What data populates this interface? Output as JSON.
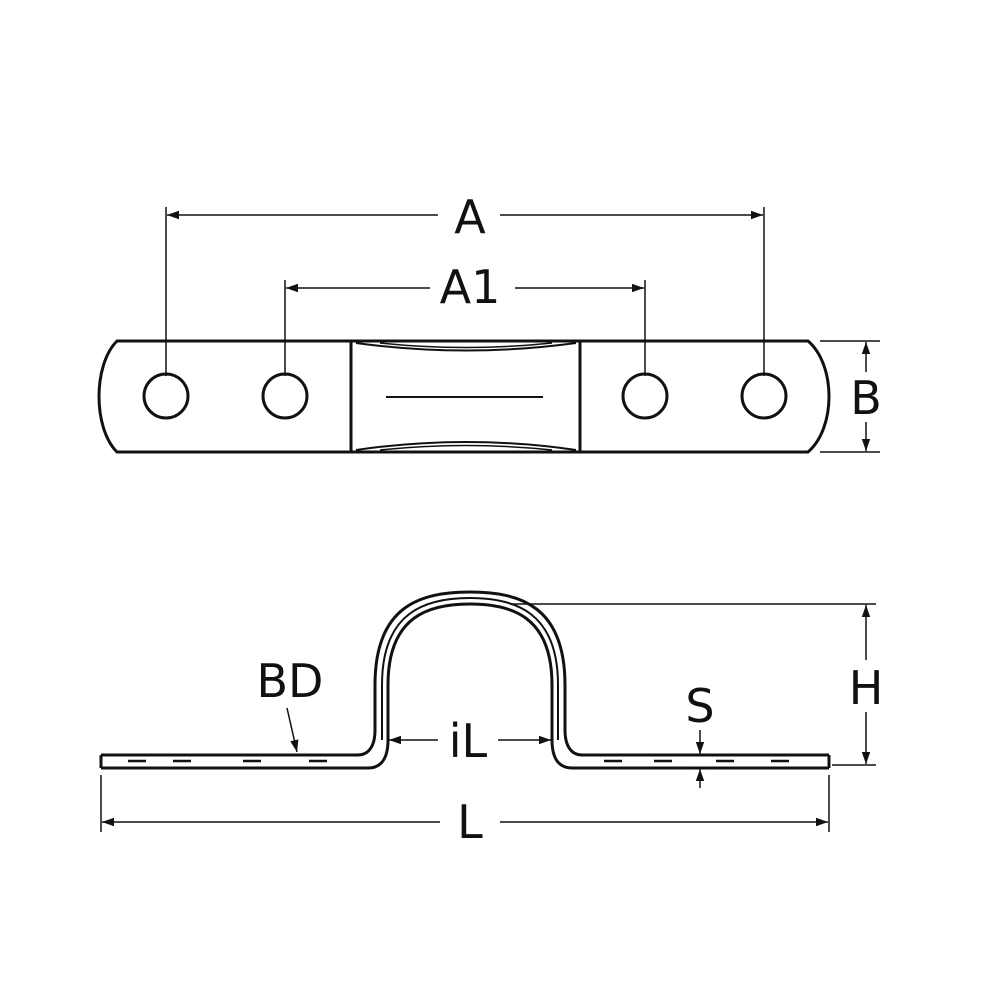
{
  "labels": {
    "A": "A",
    "A1": "A1",
    "B": "B",
    "H": "H",
    "S": "S",
    "BD": "BD",
    "iL": "iL",
    "L": "L"
  }
}
